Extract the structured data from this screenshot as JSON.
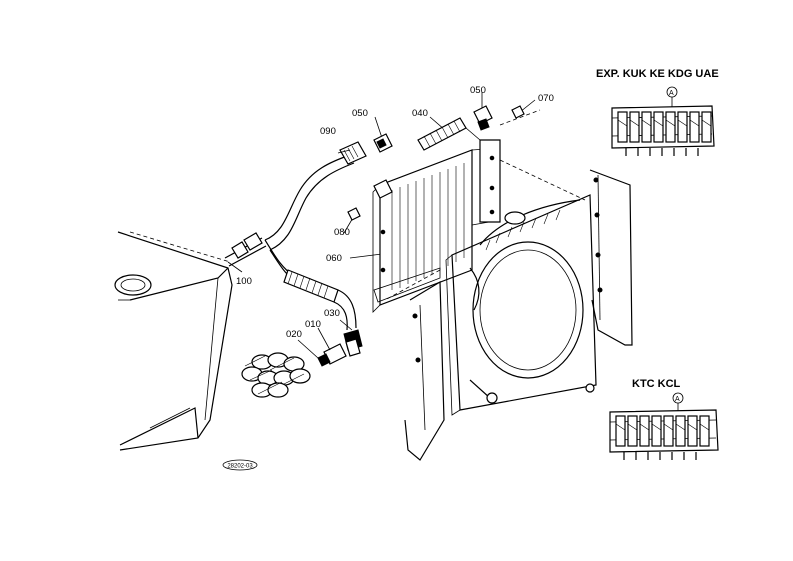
{
  "callouts": {
    "p010": "010",
    "p020": "020",
    "p030": "030",
    "p040": "040",
    "p050a": "050",
    "p050b": "050",
    "p060": "060",
    "p070": "070",
    "p080": "080",
    "p090": "090",
    "p100": "100"
  },
  "valve_variant_top": {
    "label": "EXP. KUK KE KDG UAE",
    "marker": "A"
  },
  "valve_variant_bottom": {
    "label": "KTC KCL",
    "marker": "A"
  },
  "figure_code": "28202-03"
}
